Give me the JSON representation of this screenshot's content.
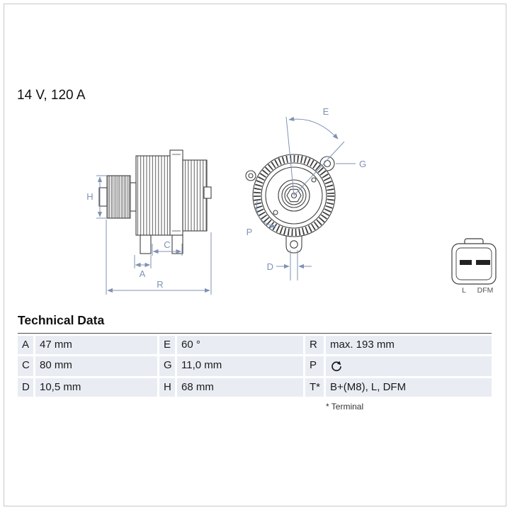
{
  "header": {
    "rating": "14 V, 120 A"
  },
  "diagram": {
    "dimension_labels": {
      "H": "H",
      "A": "A",
      "C": "C",
      "R": "R",
      "E": "E",
      "G": "G",
      "P": "P",
      "D": "D"
    },
    "connector": {
      "left_pin": "L",
      "right_pin": "DFM"
    },
    "colors": {
      "dimension": "#7f92b4",
      "line": "#3f3f3f"
    }
  },
  "technical_data": {
    "title": "Technical Data",
    "rows": [
      [
        {
          "label": "A",
          "value": "47 mm"
        },
        {
          "label": "E",
          "value": "60 °"
        },
        {
          "label": "R",
          "value": "max. 193 mm"
        }
      ],
      [
        {
          "label": "C",
          "value": "80 mm"
        },
        {
          "label": "G",
          "value": "11,0 mm"
        },
        {
          "label": "P",
          "value": "",
          "icon": "rotation-direction"
        }
      ],
      [
        {
          "label": "D",
          "value": "10,5 mm"
        },
        {
          "label": "H",
          "value": "68 mm"
        },
        {
          "label": "T*",
          "value": "B+(M8), L, DFM"
        }
      ]
    ],
    "footnote": "* Terminal"
  }
}
